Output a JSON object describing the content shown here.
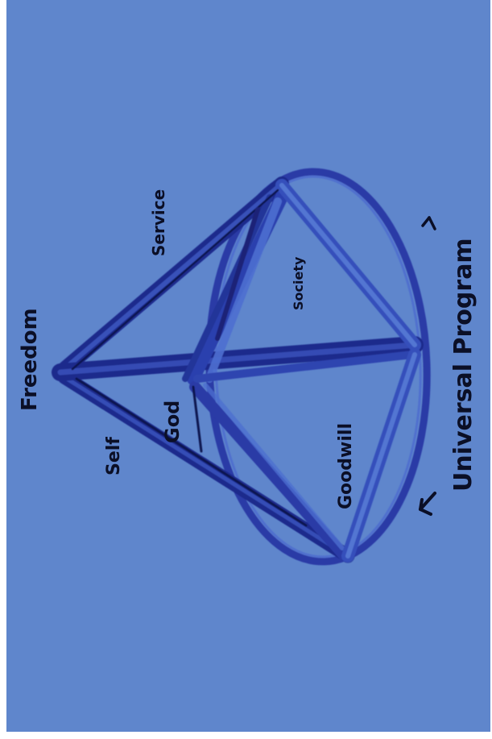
{
  "labels": {
    "freedom": "Freedom",
    "self": "Self",
    "god": "God",
    "service": "Service",
    "society": "Society",
    "goodwill": "Goodwill",
    "universal_program": "Universal Program"
  },
  "colors": {
    "background": "#5f86cc",
    "border": "#ffffff",
    "stroke_dark": "#1f2a8c",
    "stroke_mid": "#2f45b0",
    "stroke_light": "#4c6fd0",
    "ink": "#0b0f26"
  }
}
